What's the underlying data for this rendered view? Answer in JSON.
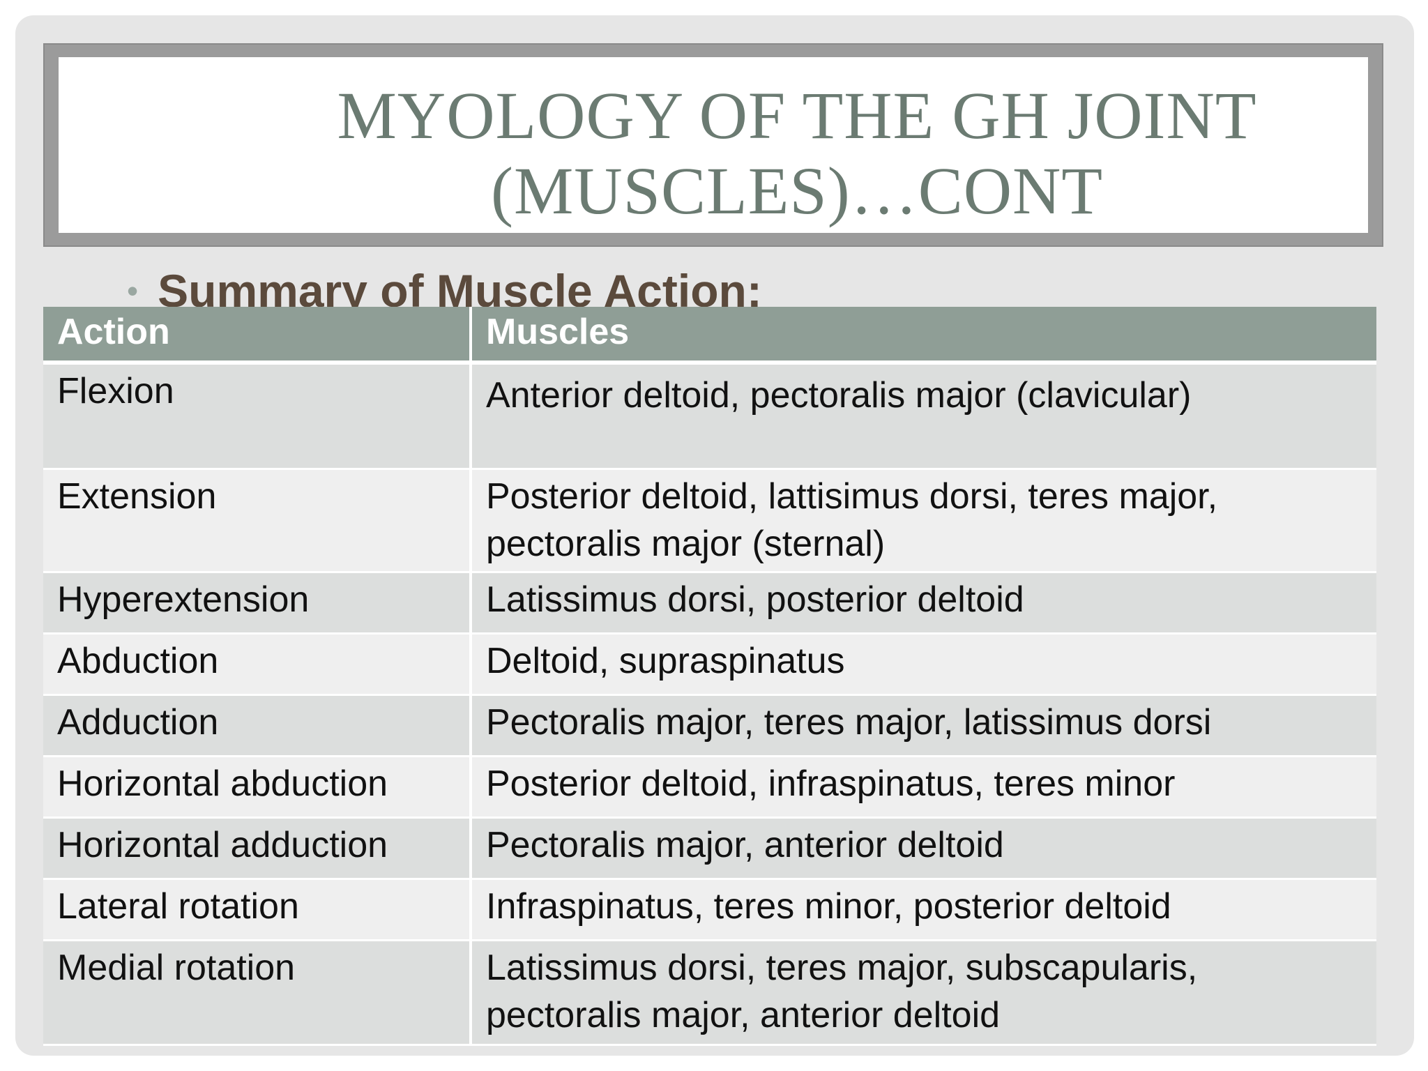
{
  "slide": {
    "title_line1": "MYOLOGY OF THE GH JOINT",
    "title_line2": "(MUSCLES)…CONT",
    "bullet": "•",
    "subtitle": "Summary of Muscle Action:"
  },
  "table": {
    "headers": [
      "Action",
      "Muscles"
    ],
    "rows": [
      {
        "action": "Flexion",
        "muscles": "Anterior deltoid, pectoralis major (clavicular)"
      },
      {
        "action": "Extension",
        "muscles": "Posterior deltoid, lattisimus dorsi, teres major, pectoralis major (sternal)"
      },
      {
        "action": "Hyperextension",
        "muscles": "Latissimus dorsi, posterior deltoid"
      },
      {
        "action": "Abduction",
        "muscles": "Deltoid, supraspinatus"
      },
      {
        "action": "Adduction",
        "muscles": "Pectoralis major, teres major, latissimus dorsi"
      },
      {
        "action": "Horizontal abduction",
        "muscles": "Posterior deltoid, infraspinatus, teres minor"
      },
      {
        "action": "Horizontal adduction",
        "muscles": "Pectoralis major, anterior deltoid"
      },
      {
        "action": "Lateral rotation",
        "muscles": "Infraspinatus, teres minor, posterior deltoid"
      },
      {
        "action": "Medial rotation",
        "muscles": "Latissimus dorsi, teres major, subscapularis, pectoralis major, anterior deltoid"
      }
    ]
  }
}
